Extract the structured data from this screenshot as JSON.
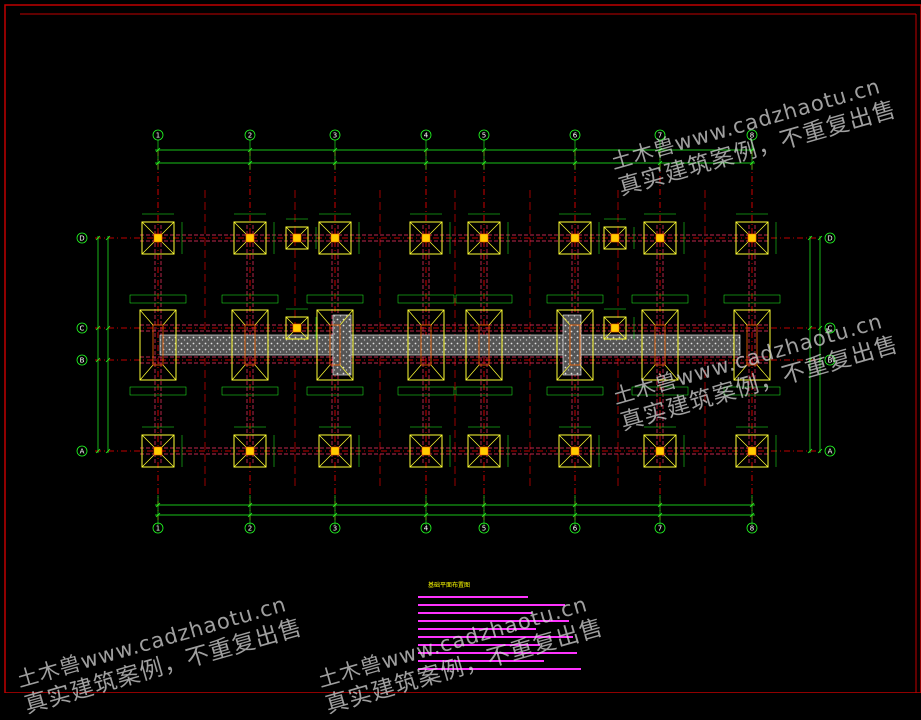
{
  "drawing": {
    "axis_columns": [
      "1",
      "2",
      "3",
      "4",
      "5",
      "6",
      "7",
      "8"
    ],
    "axis_rows": [
      "D",
      "C",
      "B",
      "A"
    ],
    "notes_title": "基础平面布置图",
    "notes_lines": [
      "",
      "",
      "",
      "",
      "",
      "",
      "",
      "",
      "",
      ""
    ]
  },
  "watermark": {
    "line1": "土木兽www.cadzhaotu.cn",
    "line2": "真实建筑案例，不重复出售"
  },
  "colors": {
    "background": "#000000",
    "border": "#c00000",
    "grid_line": "#ff0000",
    "beam": "#ff3366",
    "footing": "#ffff33",
    "column": "#ffcc00",
    "dimension": "#22ff22",
    "axis_bubble": "#22ff22",
    "note_text": "#ff33ff",
    "note_title": "#ffff00",
    "watermark": "#dddddd"
  }
}
